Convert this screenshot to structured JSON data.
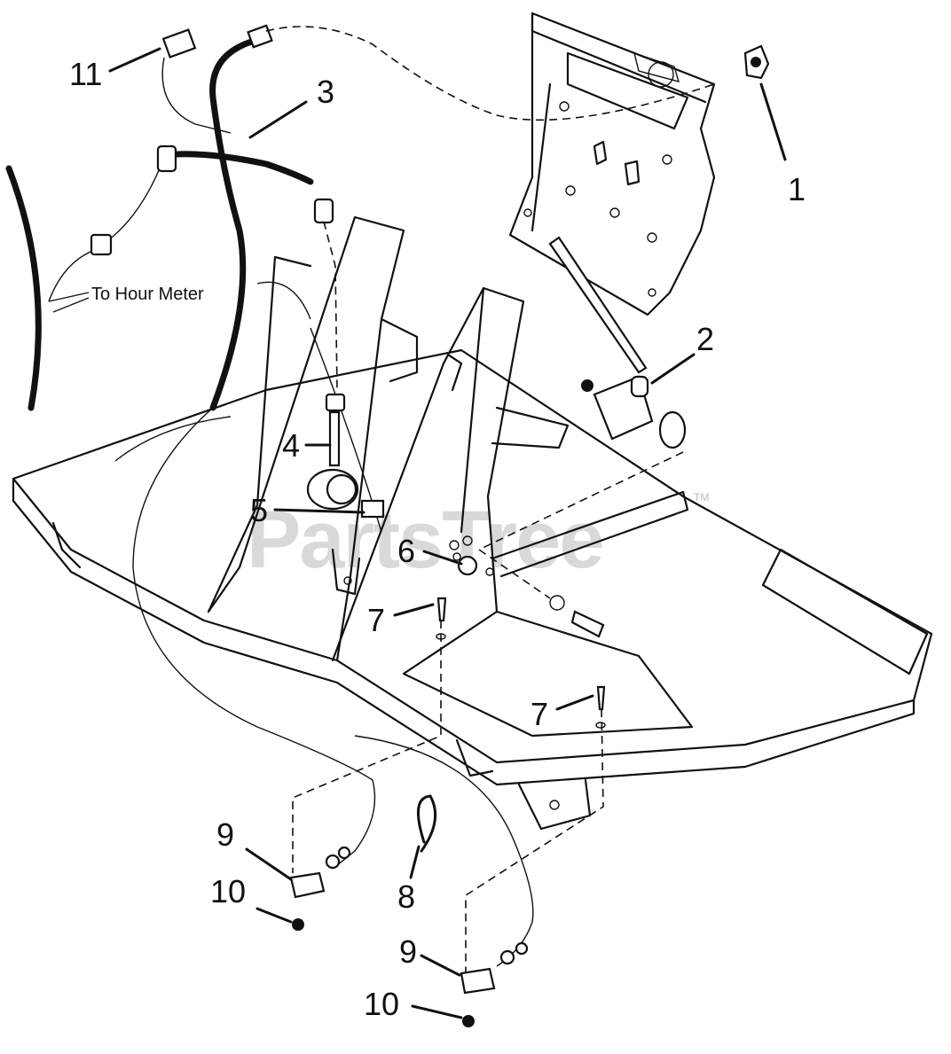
{
  "watermark": {
    "text": "PartsTree",
    "trademark": "TM"
  },
  "annotations": {
    "hour_meter": "To Hour Meter"
  },
  "callouts": {
    "c1": "1",
    "c2": "2",
    "c3": "3",
    "c4": "4",
    "c5": "5",
    "c6": "6",
    "c7": "7",
    "c8": "8",
    "c9": "9",
    "c10": "10",
    "c11": "11"
  }
}
